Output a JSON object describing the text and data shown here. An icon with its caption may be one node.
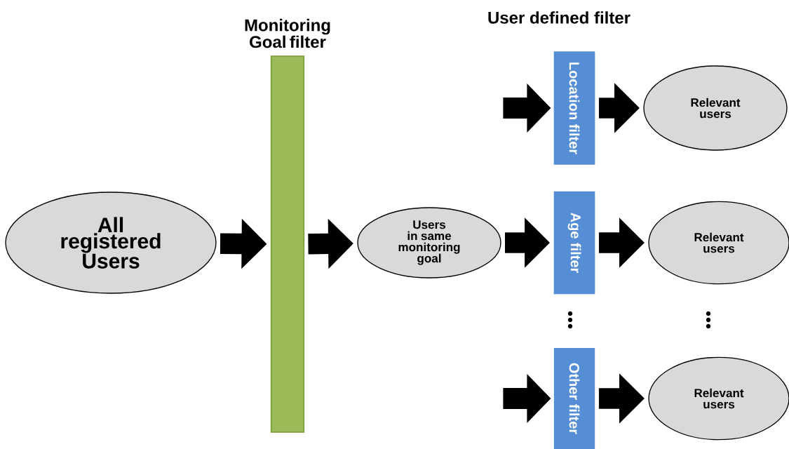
{
  "diagram": {
    "nodes": [
      {
        "text": [
          "All registered Users"
        ]
      },
      {
        "text": [
          "Monitoring Goal filter"
        ]
      },
      {
        "text": [
          "Users in same monitoring goal"
        ]
      },
      {
        "text": [
          "Location filter"
        ]
      },
      {
        "text": [
          "Relevant users"
        ]
      },
      {
        "text": [
          "Age filter"
        ]
      },
      {
        "text": [
          "Relevant users"
        ]
      },
      {
        "text": [
          "Other filter"
        ]
      },
      {
        "text": [
          "Relevant users"
        ]
      }
    ],
    "edges": [
      {
        "from": 0,
        "to": 1,
        "arrow": "to"
      },
      {
        "from": 1,
        "to": 2,
        "arrow": "to"
      },
      {
        "from": null,
        "to": 3,
        "arrow": "to"
      },
      {
        "from": 3,
        "to": 4,
        "arrow": "to"
      },
      {
        "from": 2,
        "to": 5,
        "arrow": "to"
      },
      {
        "from": 5,
        "to": 6,
        "arrow": "to"
      },
      {
        "from": null,
        "to": 7,
        "arrow": "to"
      },
      {
        "from": 7,
        "to": 8,
        "arrow": "to"
      }
    ],
    "labels": [
      "User defined filter"
    ]
  }
}
